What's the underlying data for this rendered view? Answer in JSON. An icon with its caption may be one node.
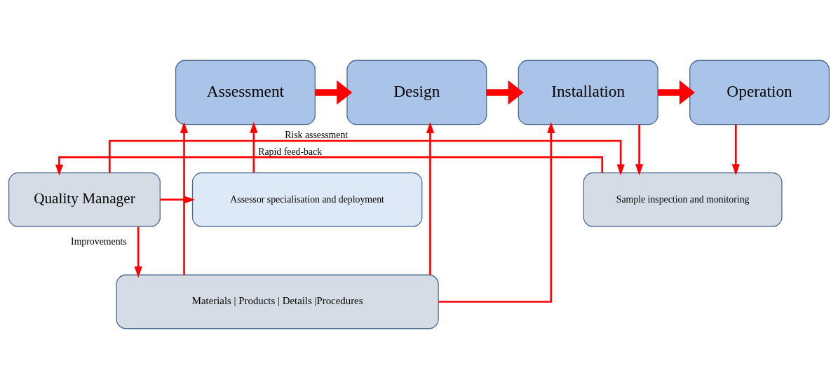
{
  "diagram": {
    "nodes": [
      {
        "text": [
          "Assessment"
        ]
      },
      {
        "text": [
          "Design"
        ]
      },
      {
        "text": [
          "Installation"
        ]
      },
      {
        "text": [
          "Operation"
        ]
      },
      {
        "text": [
          "Materials | Products | Details |Procedures"
        ]
      },
      {
        "text": [
          "Assessor specialisation and deployment"
        ]
      },
      {
        "text": [
          "Quality Manager"
        ]
      },
      {
        "text": [
          "Sample inspection and monitoring"
        ]
      }
    ],
    "edges": [
      {
        "from": 0,
        "to": 1,
        "arrow": "to",
        "style": "thick"
      },
      {
        "from": 1,
        "to": 2,
        "arrow": "to",
        "style": "thick"
      },
      {
        "from": 2,
        "to": 3,
        "arrow": "to",
        "style": "thick"
      },
      {
        "from": 4,
        "to": 0,
        "arrow": "to"
      },
      {
        "from": 4,
        "to": 1,
        "arrow": "to"
      },
      {
        "from": 4,
        "to": 2,
        "arrow": "to"
      },
      {
        "from": 5,
        "to": 0,
        "arrow": "to"
      },
      {
        "from": 6,
        "to": 4,
        "arrow": "to",
        "label": "Improvements"
      },
      {
        "from": 6,
        "to": 5,
        "arrow": "to"
      },
      {
        "from": 6,
        "to": 7,
        "arrow": "to",
        "label": "Risk assessment"
      },
      {
        "from": 7,
        "to": 6,
        "arrow": "to",
        "label": "Rapid feed-back"
      },
      {
        "from": 2,
        "to": 7,
        "arrow": "to"
      },
      {
        "from": 3,
        "to": 7,
        "arrow": "to"
      }
    ]
  }
}
